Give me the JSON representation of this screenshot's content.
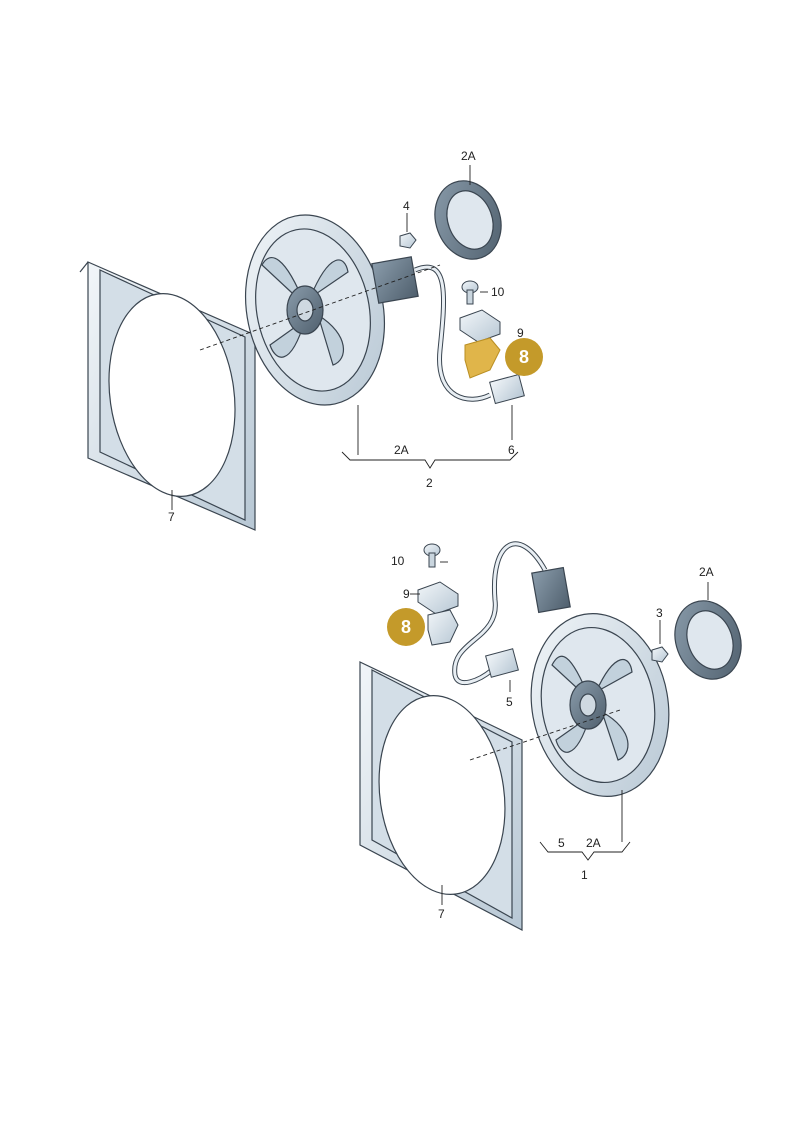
{
  "upper_assembly": {
    "callouts": {
      "cover": "2A",
      "nut": "4",
      "screw": "10",
      "bracket": "9",
      "clip_badge": "8",
      "connector": "6",
      "fan_motor": "2A",
      "group": "2",
      "shroud": "7"
    }
  },
  "lower_assembly": {
    "callouts": {
      "screw": "10",
      "bracket": "9",
      "clip_badge": "8",
      "connector": "5",
      "cover": "2A",
      "nut": "3",
      "bracket_ref": "5",
      "fan_motor": "2A",
      "group": "1",
      "shroud": "7"
    }
  },
  "colors": {
    "badge": "#c49a2a",
    "highlight_part": "#e0b54a",
    "part_fill": "#e8eef3",
    "part_shade": "#a9bccb",
    "outline": "#3a4550"
  }
}
